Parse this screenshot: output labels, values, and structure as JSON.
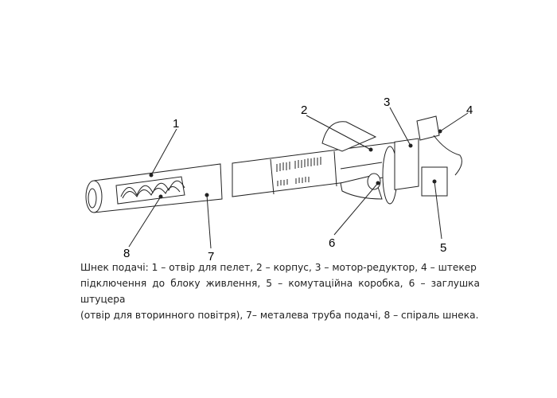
{
  "callouts": [
    "1",
    "2",
    "3",
    "4",
    "5",
    "6",
    "7",
    "8"
  ],
  "caption": {
    "lines": [
      "Шнек подачі: 1 – отвір для пелет, 2 – корпус, 3 – мотор-редуктор, 4 – штекер",
      "підключення до блоку живлення, 5 – комутаційна коробка, 6 – заглушка штуцера",
      "(отвір для вторинного повітря), 7– металева труба подачі, 8 – спіраль шнека."
    ]
  }
}
